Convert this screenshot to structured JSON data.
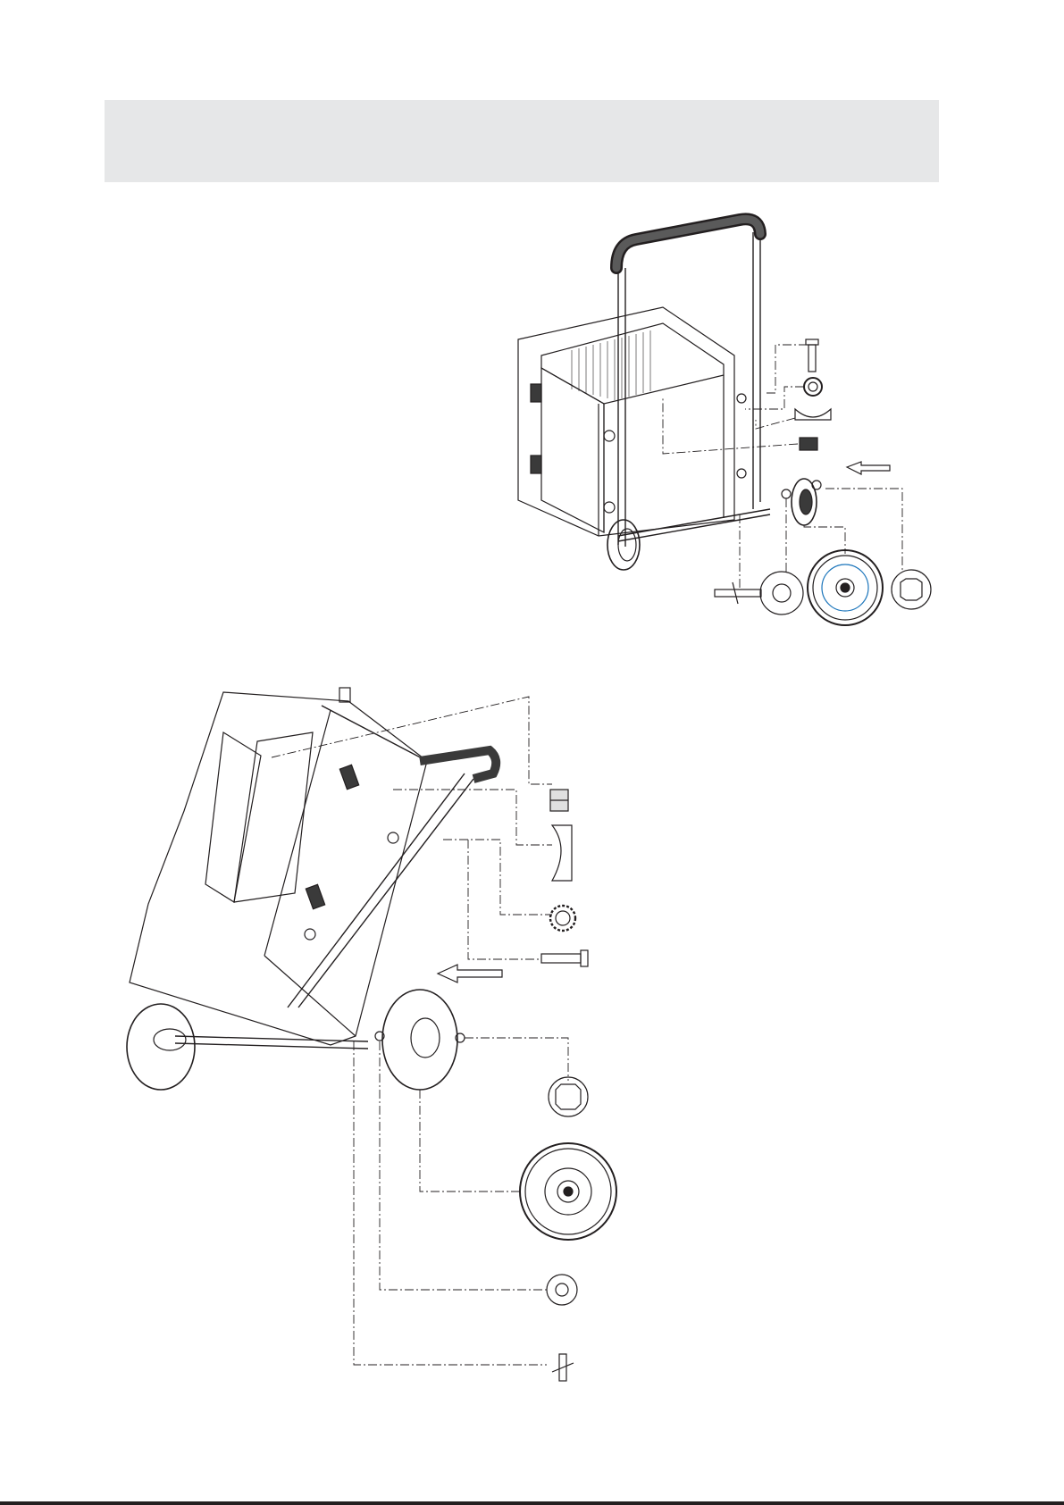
{
  "header": {
    "title": "",
    "band_color": "#e6e7e8"
  },
  "figures": [
    {
      "id": "assembly-view-upright",
      "parts": [
        "handle-bar",
        "hopper",
        "axle",
        "wheel",
        "washer",
        "hub-cap",
        "bolt",
        "spacer-ring",
        "curved-bracket",
        "nut",
        "cotter-pin"
      ]
    },
    {
      "id": "assembly-view-tilted",
      "parts": [
        "hopper",
        "handle-bar",
        "axle",
        "wheel",
        "washer",
        "hub-cap",
        "bolt",
        "spacer-ring",
        "curved-bracket",
        "nut",
        "cotter-pin"
      ]
    }
  ],
  "colors": {
    "line": "#231f20",
    "accent": "#1b75bb",
    "fill_dark": "#3a3a3a"
  }
}
